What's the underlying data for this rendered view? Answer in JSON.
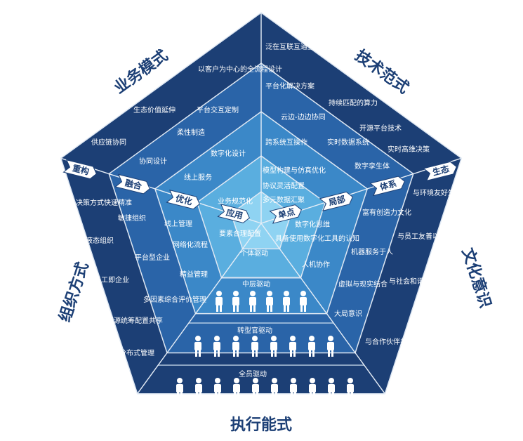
{
  "dimensions": {
    "business": "业务模式",
    "tech": "技术范式",
    "culture": "文化意识",
    "execution": "执行能式",
    "org": "组织方式"
  },
  "levels": {
    "left": [
      "重构",
      "融合",
      "优化",
      "应用"
    ],
    "right": [
      "单点",
      "局部",
      "体系",
      "生态"
    ]
  },
  "business_items": [
    "以客户为中心的全流程设计",
    "生态价值延伸",
    "平台交互定制",
    "供应链协同",
    "柔性制造",
    "协同设计",
    "数字化设计",
    "线上服务"
  ],
  "tech_items": [
    "泛在互联互通互理解",
    "平台化解决方案",
    "持续匹配的算力",
    "云边-边边协同",
    "开源平台技术",
    "跨系统互操作",
    "实时数据系统",
    "实时高维决策",
    "数字孪生体",
    "模型构建与仿真优化",
    "协议灵活配置",
    "多元数据汇聚"
  ],
  "culture_items": [
    "与环境友好生产",
    "富有创造力文化",
    "数字化思维",
    "与员工友善以人为本",
    "具备使用数字化工具的认知",
    "机器服务于人",
    "人机协作",
    "与社会和谐共生可持续",
    "虚拟与现实结合",
    "大局意识",
    "与合作伙伴共赢"
  ],
  "org_items": [
    "决策方式快速精准",
    "敏捷组织",
    "液态组织",
    "线上管理",
    "网络化流程",
    "平台型企业",
    "精益管理",
    "员工即企业",
    "多因素综合评价管理",
    "资源统筹配置共享",
    "分布式管理"
  ],
  "center_items": [
    "业务规范化",
    "要素合理配置",
    "个体驱动"
  ],
  "execution_bands": [
    "中层驱动",
    "转型官驱动",
    "全员驱动"
  ],
  "colors": {
    "outer": "#1c3f75",
    "ring2": "#2a64a8",
    "ring3": "#3b88c8",
    "ring4": "#5aaedf",
    "core": "#8fd3f2"
  }
}
